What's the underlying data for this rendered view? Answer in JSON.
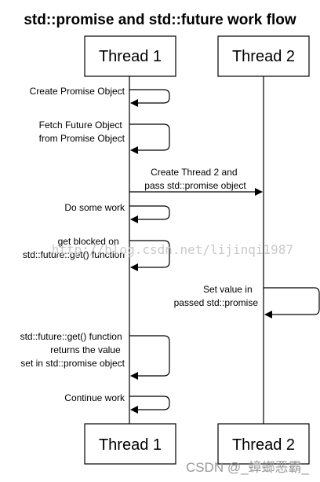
{
  "title": "std::promise and std::future work flow",
  "participants": {
    "thread1": "Thread 1",
    "thread2": "Thread 2"
  },
  "messages": {
    "create_promise": [
      "Create Promise Object"
    ],
    "fetch_future": [
      "Fetch Future Object",
      "from Promise Object"
    ],
    "create_thread2": [
      "Create Thread 2 and",
      "pass std::promise object"
    ],
    "do_work": [
      "Do some work"
    ],
    "get_blocked": [
      "get blocked on",
      "std::future::get() function"
    ],
    "set_value": [
      "Set value in",
      "passed std::promise"
    ],
    "get_returns": [
      "std::future::get() function",
      "returns the value",
      "set in std::promise object"
    ],
    "continue_work": [
      "Continue work"
    ]
  },
  "watermark": "http://blog.csdn.net/lijinqi1987",
  "credit": "CSDN @_蟑螂恶霸_",
  "colors": {
    "line": "#000000",
    "box_fill": "#ffffff",
    "background": "#ffffff"
  }
}
